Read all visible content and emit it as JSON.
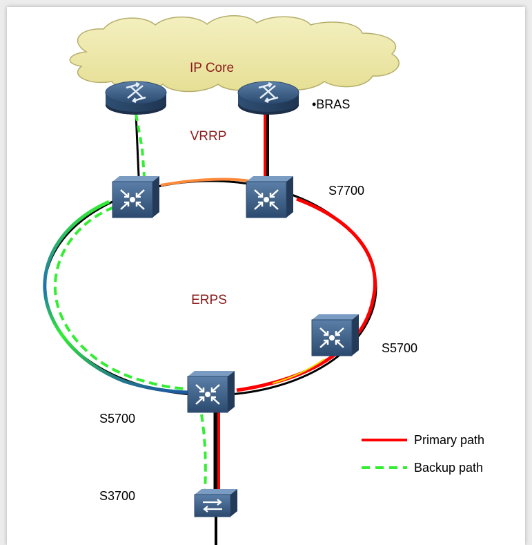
{
  "diagram": {
    "labels": {
      "ip_core": "IP Core",
      "bras": "•BRAS",
      "vrrp": "VRRP",
      "s7700": "S7700",
      "erps": "ERPS",
      "s5700_right": "S5700",
      "s5700_bottom": "S5700",
      "s3700": "S3700"
    },
    "legend": {
      "primary": "Primary path",
      "backup": "Backup path"
    },
    "colors": {
      "primary_path": "#ff0000",
      "backup_path": "#33ee33",
      "cloud_fill": "#eee9a6",
      "device_fill": "#3f6289",
      "text_dark_red": "#8b1a1a"
    },
    "icons": [
      "cloud-icon",
      "router-icon",
      "core-switch-icon",
      "access-switch-icon"
    ]
  }
}
